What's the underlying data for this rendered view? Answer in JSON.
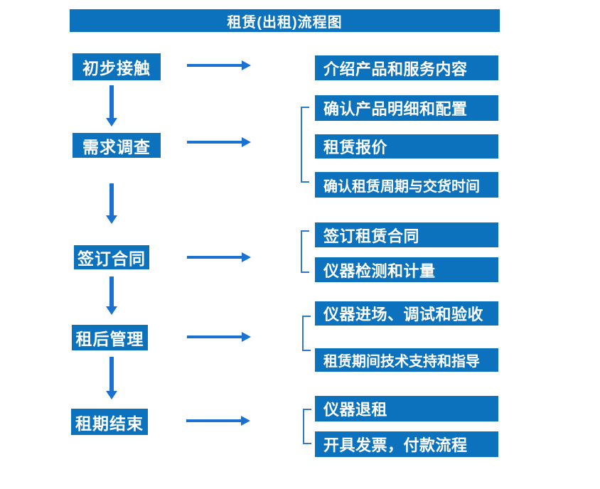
{
  "page": {
    "title": "租赁(出租)流程图"
  },
  "colors": {
    "box_blue": "#0d72bd",
    "arrow_blue": "#1a71d2",
    "bracket_blue": "#2e79d0"
  },
  "flow": {
    "steps": [
      {
        "label": "初步接触",
        "details": [
          "介绍产品和服务内容"
        ]
      },
      {
        "label": "需求调查",
        "details": [
          "确认产品明细和配置",
          "租赁报价",
          "确认租赁周期与交货时间"
        ]
      },
      {
        "label": "签订合同",
        "details": [
          "签订租赁合同",
          "仪器检测和计量"
        ]
      },
      {
        "label": "租后管理",
        "details": [
          "仪器进场、调试和验收",
          "租赁期间技术支持和指导"
        ]
      },
      {
        "label": "租期结束",
        "details": [
          "仪器退租",
          "开具发票，付款流程"
        ]
      }
    ]
  }
}
